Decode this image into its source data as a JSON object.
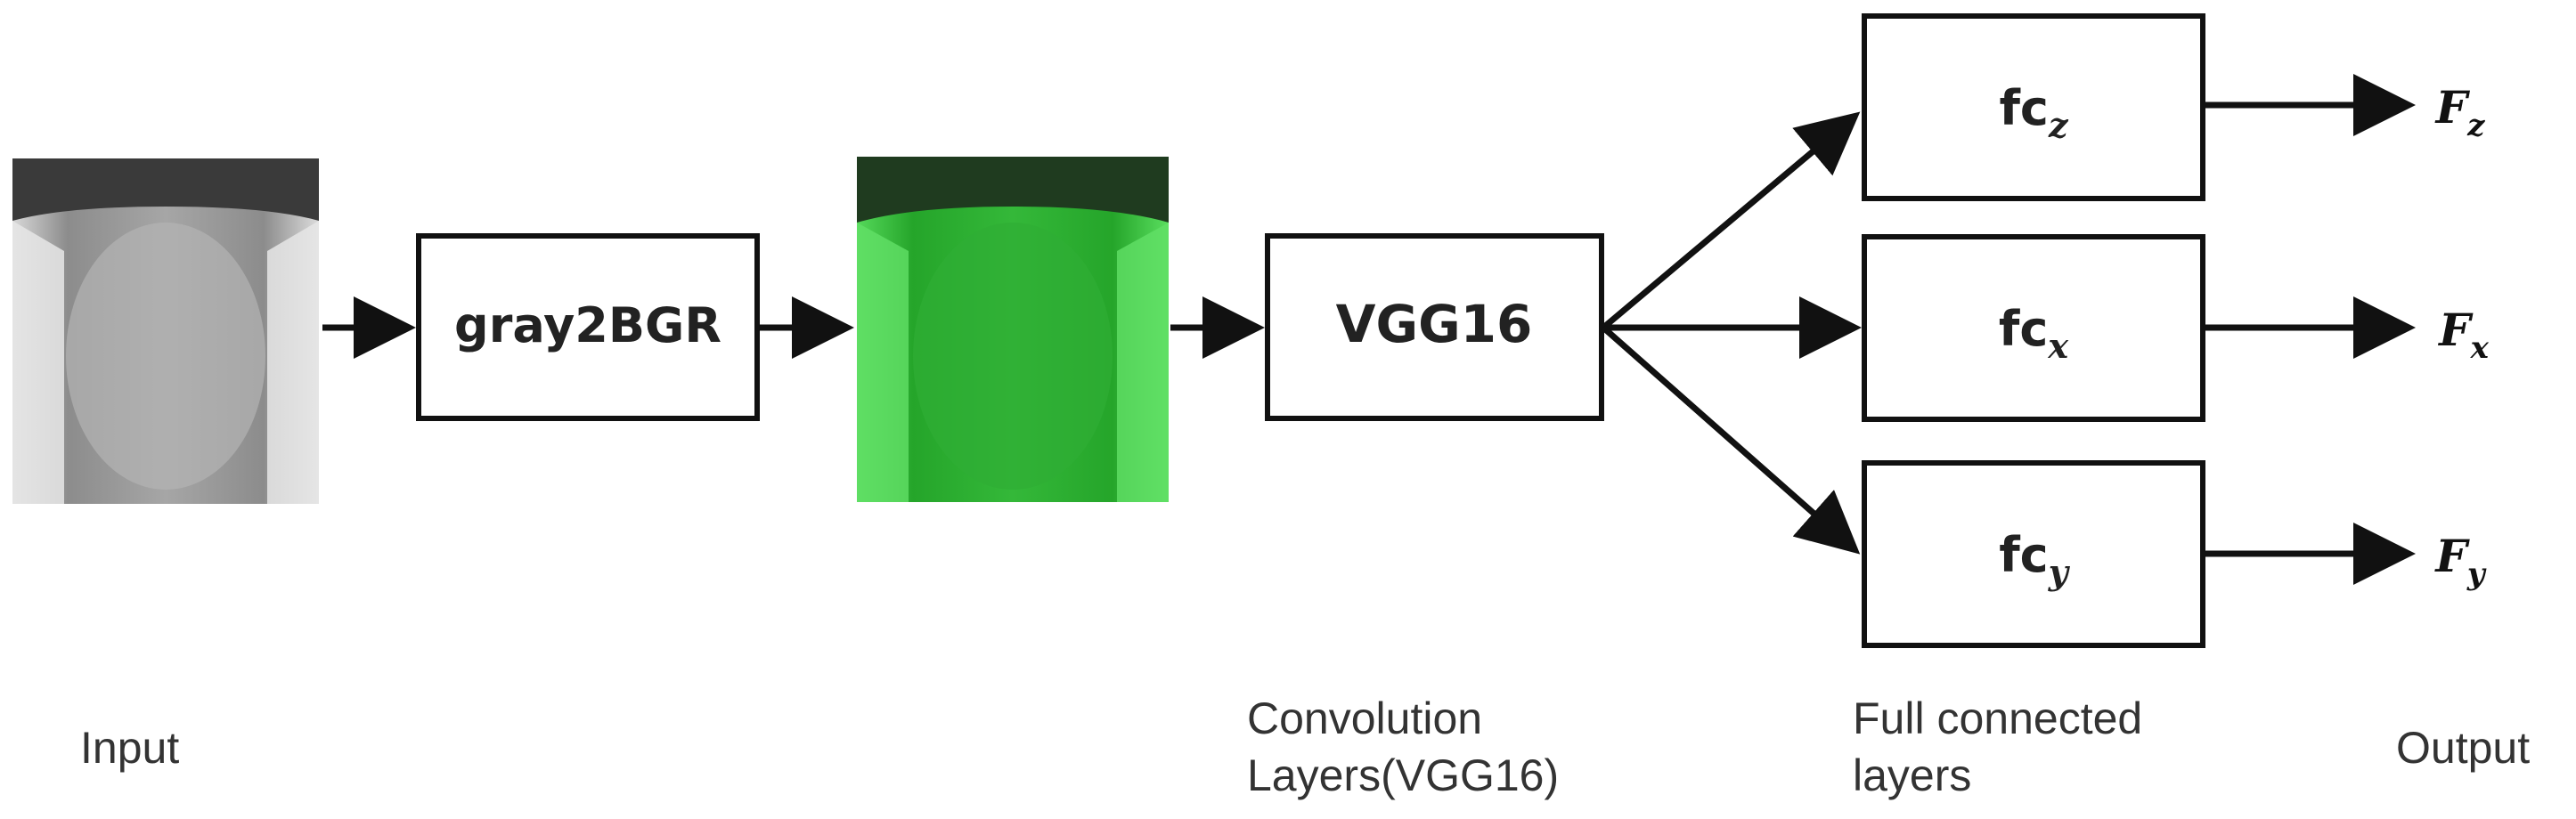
{
  "nodes": {
    "gray2bgr": {
      "label": "gray2BGR"
    },
    "vgg16": {
      "label": "VGG16"
    },
    "fc_z": {
      "base": "fc",
      "sub": "z"
    },
    "fc_x": {
      "base": "fc",
      "sub": "x"
    },
    "fc_y": {
      "base": "fc",
      "sub": "y"
    }
  },
  "outputs": {
    "z": {
      "base": "F",
      "sub": "z"
    },
    "x": {
      "base": "F",
      "sub": "x"
    },
    "y": {
      "base": "F",
      "sub": "y"
    }
  },
  "captions": {
    "input": "Input",
    "conv_line1": "Convolution",
    "conv_line2": "Layers(VGG16)",
    "fc_line1": "Full connected",
    "fc_line2": "layers",
    "output": "Output"
  },
  "images": {
    "input_icon": "grayscale-image-icon",
    "converted_icon": "green-image-icon"
  },
  "colors": {
    "stroke": "#111111",
    "green": "#35c23a",
    "gray": "#9a9a9a"
  }
}
